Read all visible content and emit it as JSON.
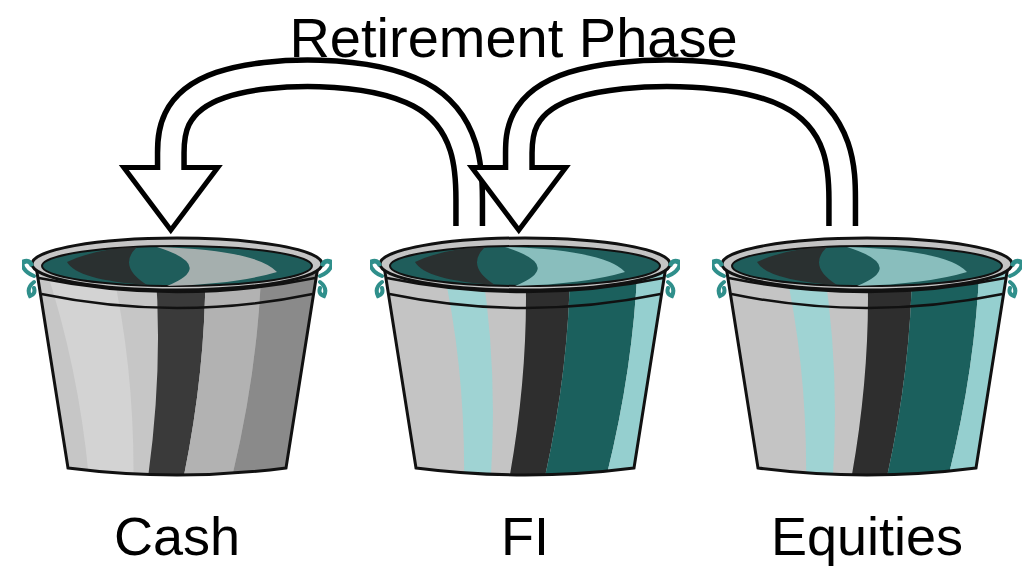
{
  "diagram": {
    "title": "Retirement Phase",
    "nodes": [
      {
        "text": [
          "Cash"
        ]
      },
      {
        "text": [
          "FI"
        ]
      },
      {
        "text": [
          "Equities"
        ]
      }
    ],
    "edges": [
      {
        "from": 1,
        "to": 0,
        "arrow": "to"
      },
      {
        "from": 2,
        "to": 1,
        "arrow": "to"
      }
    ]
  }
}
